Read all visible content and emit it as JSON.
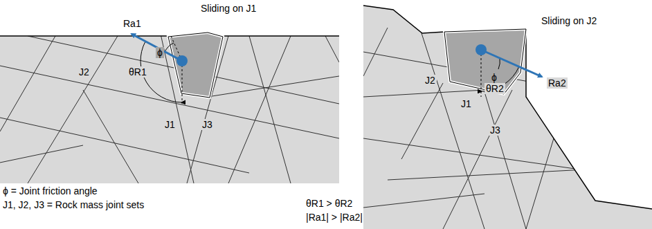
{
  "diagram": {
    "labels": [
      "Sliding on J1",
      "Ra1",
      "ϕ",
      "θR1",
      "J2",
      "J1",
      "J3",
      "ϕ = Joint friction angle",
      "J1, J2, J3 = Rock mass joint sets",
      "θR1 > θR2",
      "|Ra1| > |Ra2|",
      "Sliding on J2",
      "J2",
      "ϕ",
      "J1",
      "θR2",
      "Ra2",
      "J3"
    ]
  }
}
